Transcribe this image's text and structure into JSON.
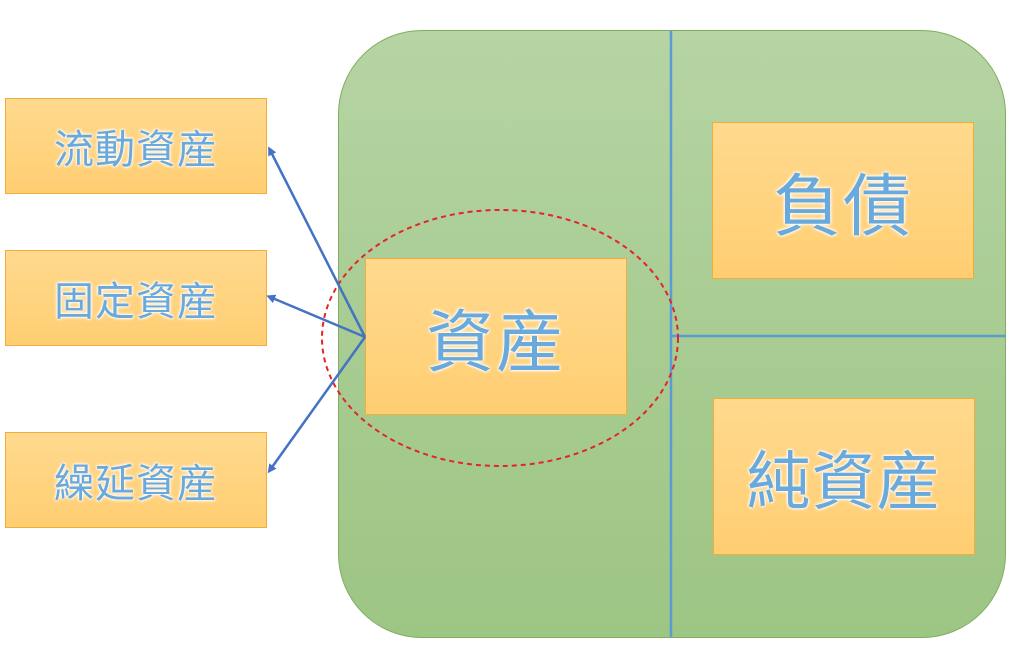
{
  "colors": {
    "box_fill": "#ffd27a",
    "box_border": "#f2ad36",
    "text": "#6aa9dc",
    "panel_fill": "#a8cc92",
    "panel_border": "#7fae5e",
    "divider": "#5b9bd5",
    "arrow": "#4472c4",
    "highlight_ellipse": "#e3242b"
  },
  "left_items": [
    {
      "label": "流動資産"
    },
    {
      "label": "固定資産"
    },
    {
      "label": "繰延資産"
    }
  ],
  "balance_sheet": {
    "assets": "資産",
    "liabilities": "負債",
    "net_assets": "純資産"
  }
}
